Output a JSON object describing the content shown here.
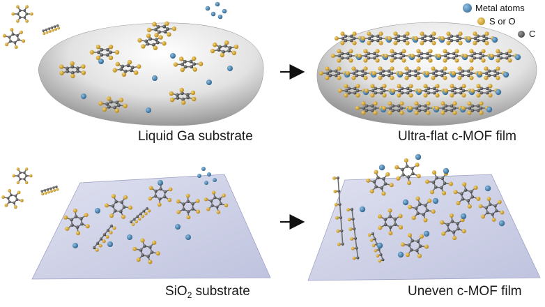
{
  "labels": {
    "liquid_ga": "Liquid Ga substrate",
    "ultra_flat": "Ultra-flat c-MOF film",
    "sio2_main": "SiO",
    "sio2_sub": "2",
    "sio2_rest": " substrate",
    "uneven": "Uneven c-MOF film"
  },
  "legend": [
    {
      "label": "Metal atoms",
      "color": "#3b78a8"
    },
    {
      "label": "S or O",
      "color": "#d4a021"
    },
    {
      "label": "C",
      "color": "#555555"
    }
  ],
  "colors": {
    "metal": "#3b78a8",
    "sulfur": "#d4a021",
    "carbon": "#555555",
    "ga_surface": "#d9d9d9",
    "sio2_surface": "#cdd0e6",
    "arrow": "#111111"
  }
}
